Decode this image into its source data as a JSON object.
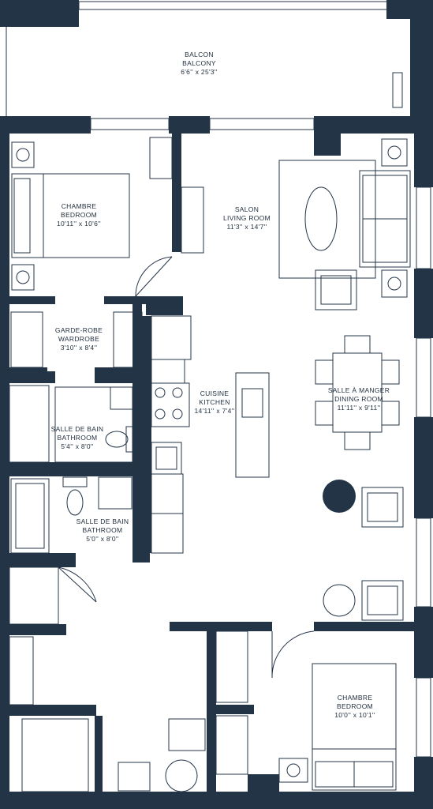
{
  "colors": {
    "wall": "#243447",
    "line": "#243447",
    "floor": "#ffffff",
    "accent": "#dfe3e8"
  },
  "rooms": {
    "balcony": {
      "fr": "BALCON",
      "en": "BALCONY",
      "dim": "6'6'' x 25'3''"
    },
    "bedroom1": {
      "fr": "CHAMBRE",
      "en": "BEDROOM",
      "dim": "10'11'' x 10'6''"
    },
    "living": {
      "fr": "SALON",
      "en": "LIVING ROOM",
      "dim": "11'3'' x 14'7''"
    },
    "wardrobe": {
      "fr": "GARDE-ROBE",
      "en": "WARDROBE",
      "dim": "3'10'' x 8'4''"
    },
    "kitchen": {
      "fr": "CUISINE",
      "en": "KITCHEN",
      "dim": "14'11'' x 7'4''"
    },
    "dining": {
      "fr": "SALLE À MANGER",
      "en": "DINING ROOM",
      "dim": "11'11'' x 9'11''"
    },
    "bath1": {
      "fr": "SALLE DE BAIN",
      "en": "BATHROOM",
      "dim": "5'4'' x 8'0''"
    },
    "bath2": {
      "fr": "SALLE DE BAIN",
      "en": "BATHROOM",
      "dim": "5'0'' x 8'0''"
    },
    "bedroom2": {
      "fr": "CHAMBRE",
      "en": "BEDROOM",
      "dim": "10'0'' x 10'1''"
    }
  }
}
